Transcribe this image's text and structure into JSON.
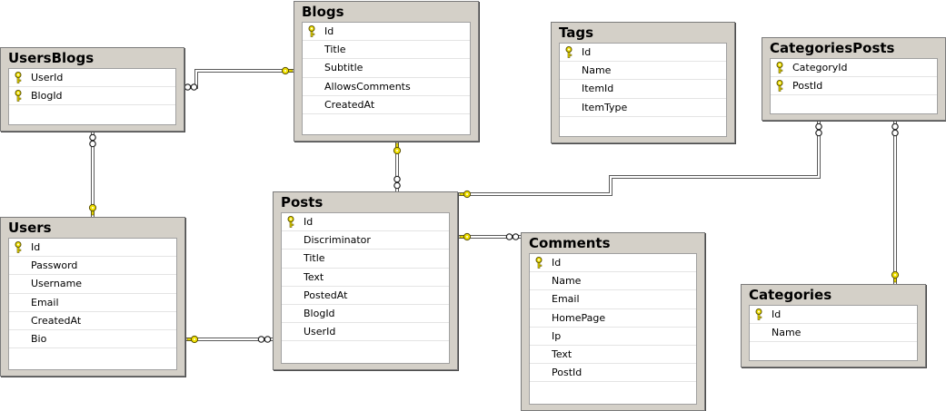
{
  "tables": [
    {
      "id": "UsersBlogs",
      "title": "UsersBlogs",
      "columns": [
        {
          "name": "UserId",
          "pk": true
        },
        {
          "name": "BlogId",
          "pk": true
        }
      ]
    },
    {
      "id": "Blogs",
      "title": "Blogs",
      "columns": [
        {
          "name": "Id",
          "pk": true
        },
        {
          "name": "Title",
          "pk": false
        },
        {
          "name": "Subtitle",
          "pk": false
        },
        {
          "name": "AllowsComments",
          "pk": false
        },
        {
          "name": "CreatedAt",
          "pk": false
        }
      ]
    },
    {
      "id": "Tags",
      "title": "Tags",
      "columns": [
        {
          "name": "Id",
          "pk": true
        },
        {
          "name": "Name",
          "pk": false
        },
        {
          "name": "ItemId",
          "pk": false
        },
        {
          "name": "ItemType",
          "pk": false
        }
      ]
    },
    {
      "id": "CategoriesPosts",
      "title": "CategoriesPosts",
      "columns": [
        {
          "name": "CategoryId",
          "pk": true
        },
        {
          "name": "PostId",
          "pk": true
        }
      ]
    },
    {
      "id": "Users",
      "title": "Users",
      "columns": [
        {
          "name": "Id",
          "pk": true
        },
        {
          "name": "Password",
          "pk": false
        },
        {
          "name": "Username",
          "pk": false
        },
        {
          "name": "Email",
          "pk": false
        },
        {
          "name": "CreatedAt",
          "pk": false
        },
        {
          "name": "Bio",
          "pk": false
        }
      ]
    },
    {
      "id": "Posts",
      "title": "Posts",
      "columns": [
        {
          "name": "Id",
          "pk": true
        },
        {
          "name": "Discriminator",
          "pk": false
        },
        {
          "name": "Title",
          "pk": false
        },
        {
          "name": "Text",
          "pk": false
        },
        {
          "name": "PostedAt",
          "pk": false
        },
        {
          "name": "BlogId",
          "pk": false
        },
        {
          "name": "UserId",
          "pk": false
        }
      ]
    },
    {
      "id": "Comments",
      "title": "Comments",
      "columns": [
        {
          "name": "Id",
          "pk": true
        },
        {
          "name": "Name",
          "pk": false
        },
        {
          "name": "Email",
          "pk": false
        },
        {
          "name": "HomePage",
          "pk": false
        },
        {
          "name": "Ip",
          "pk": false
        },
        {
          "name": "Text",
          "pk": false
        },
        {
          "name": "PostId",
          "pk": false
        }
      ]
    },
    {
      "id": "Categories",
      "title": "Categories",
      "columns": [
        {
          "name": "Id",
          "pk": true
        },
        {
          "name": "Name",
          "pk": false
        }
      ]
    }
  ],
  "relationships": [
    {
      "from": "UsersBlogs",
      "to": "Blogs"
    },
    {
      "from": "UsersBlogs",
      "to": "Users"
    },
    {
      "from": "Posts",
      "to": "Blogs"
    },
    {
      "from": "Posts",
      "to": "Users"
    },
    {
      "from": "Comments",
      "to": "Posts"
    },
    {
      "from": "CategoriesPosts",
      "to": "Posts"
    },
    {
      "from": "CategoriesPosts",
      "to": "Categories"
    }
  ],
  "colors": {
    "key_fill": "#f0e000",
    "key_stroke": "#5a5000",
    "line": "#5a5a5a",
    "panel": "#d4d0c8"
  }
}
